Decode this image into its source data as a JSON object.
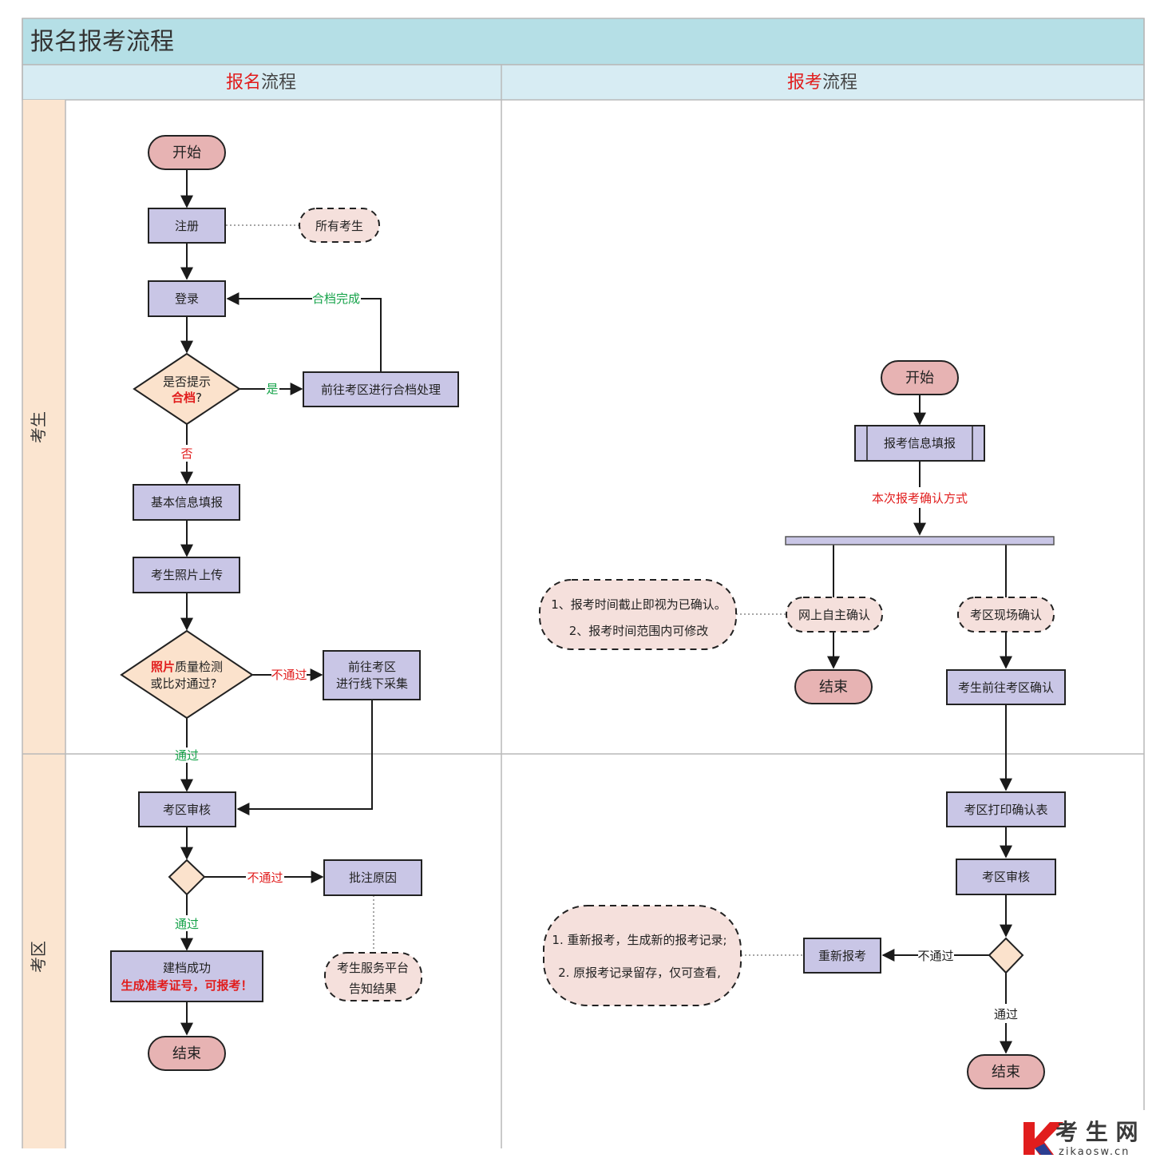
{
  "title": "报名报考流程",
  "columns": {
    "left": {
      "accent": "报名",
      "rest": "流程"
    },
    "right": {
      "accent": "报考",
      "rest": "流程"
    }
  },
  "lanes": {
    "student": "考生",
    "district": "考区"
  },
  "reg": {
    "start": "开始",
    "register": "注册",
    "all_students": "所有考生",
    "login": "登录",
    "merge_done": "合档完成",
    "decision": {
      "line1": "是否提示",
      "line2_red": "合档",
      "line2_rest": "?"
    },
    "yes": "是",
    "merge_process": "前往考区进行合档处理",
    "no": "否",
    "basic_info": "基本信息填报",
    "photo_upload": "考生照片上传",
    "photo_check": {
      "line1_red": "照片",
      "line1_rest": "质量检测",
      "line2": "或比对通过?"
    },
    "fail": "不通过",
    "offline": {
      "line1": "前往考区",
      "line2": "进行线下采集"
    },
    "pass": "通过",
    "review": "考区审核",
    "fail2": "不通过",
    "annotate": "批注原因",
    "pass2": "通过",
    "archived": {
      "line1": "建档成功",
      "line2": "生成准考证号，可报考！"
    },
    "notify": {
      "line1": "考生服务平台",
      "line2": "告知结果"
    },
    "end": "结束"
  },
  "exam": {
    "start": "开始",
    "info_fill": "报考信息填报",
    "confirm_mode": "本次报考确认方式",
    "note1": {
      "line1": "1、报考时间截止即视为已确认。",
      "line2": "2、报考时间范围内可修改"
    },
    "online": "网上自主确认",
    "onsite": "考区现场确认",
    "end_online": "结束",
    "go_district": "考生前往考区确认",
    "print": "考区打印确认表",
    "review": "考区审核",
    "fail": "不通过",
    "reapply": "重新报考",
    "note2": {
      "line1": "1. 重新报考，生成新的报考记录;",
      "line2": "2. 原报考记录留存，仅可查看,"
    },
    "pass": "通过",
    "end": "结束"
  },
  "watermark": {
    "brand": "考 生 网",
    "url": "zikaosw.cn"
  },
  "colors": {
    "header": "#b5dfe6",
    "subheader": "#d7ecf3",
    "lane": "#fbe5d0",
    "accent_red": "#e11d1d",
    "accent_green": "#16a34a"
  }
}
